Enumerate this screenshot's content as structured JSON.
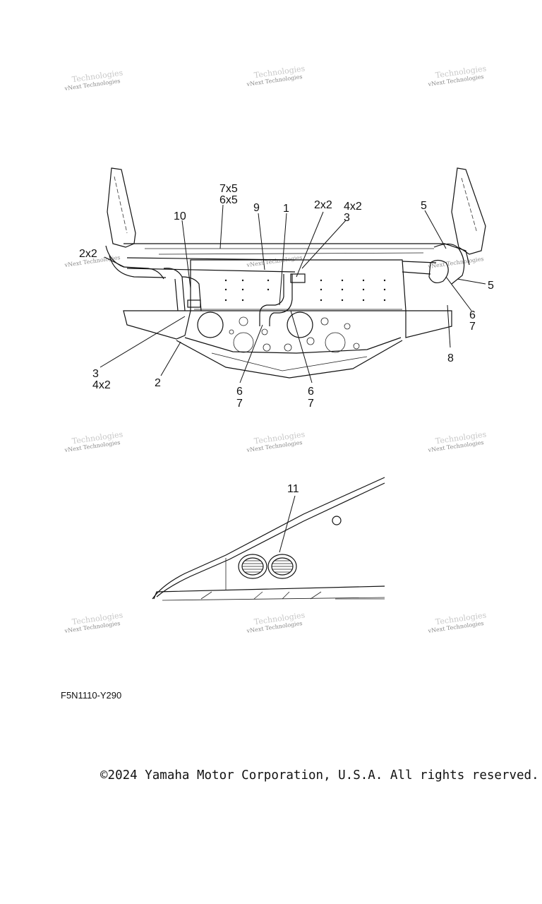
{
  "watermark": {
    "text": "vNext Technologies",
    "ghost_text": "Technologies"
  },
  "callouts_main": {
    "c_7x5": "7x5",
    "c_6x5": "6x5",
    "c_9": "9",
    "c_1": "1",
    "c_2x2_top": "2x2",
    "c_4x2_top": "4x2",
    "c_3_top": "3",
    "c_5_top": "5",
    "c_10": "10",
    "c_2x2_left": "2x2",
    "c_5_right": "5",
    "c_6_right": "6",
    "c_7_right": "7",
    "c_8": "8",
    "c_3_bottom": "3",
    "c_4x2_bottom": "4x2",
    "c_2": "2",
    "c_6_mid_left": "6",
    "c_7_mid_left": "7",
    "c_6_mid_right": "6",
    "c_7_mid_right": "7"
  },
  "callouts_detail": {
    "c_11": "11"
  },
  "diagram_code": "F5N1110-Y290",
  "copyright": "©2024 Yamaha Motor Corporation, U.S.A. All rights reserved."
}
